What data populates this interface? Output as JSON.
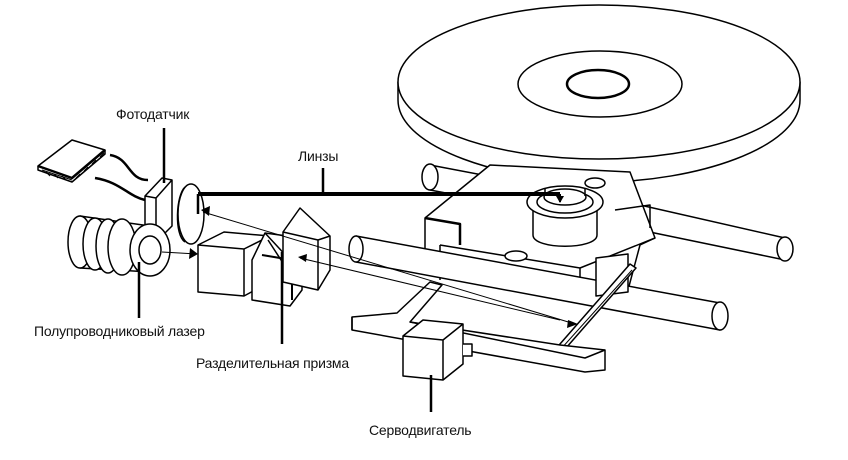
{
  "labels": {
    "photodetector": "Фотодатчик",
    "lenses": "Линзы",
    "laser": "Полупроводниковый лазер",
    "prism": "Разделительная призма",
    "servo": "Серводвигатель"
  }
}
